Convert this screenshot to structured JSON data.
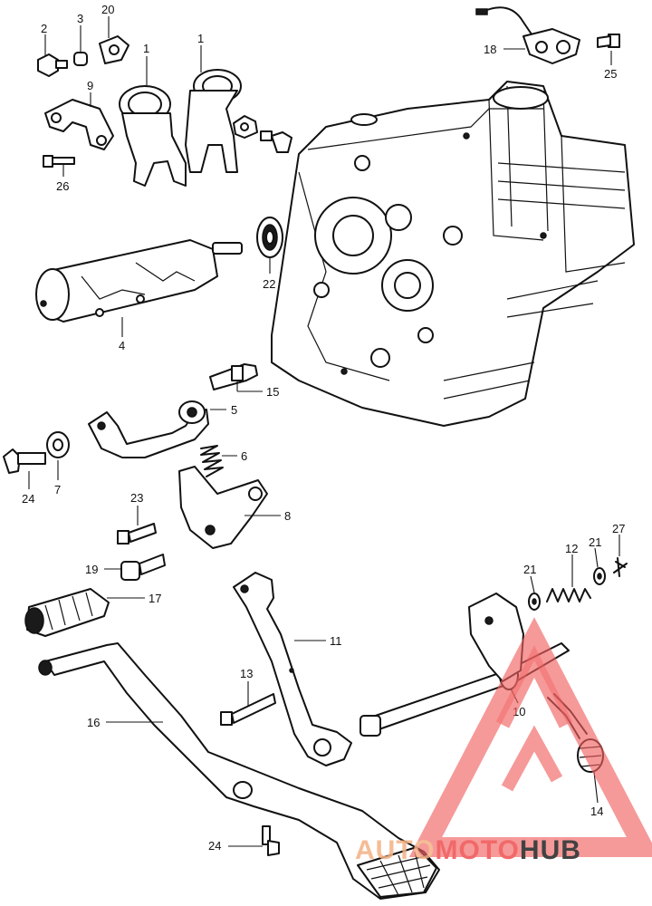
{
  "diagram": {
    "callouts": {
      "c1a": "1",
      "c1b": "1",
      "c2": "2",
      "c3": "3",
      "c20": "20",
      "c9": "9",
      "c26": "26",
      "c22": "22",
      "c4": "4",
      "c15": "15",
      "c5": "5",
      "c6": "6",
      "c24a": "24",
      "c7": "7",
      "c23": "23",
      "c8": "8",
      "c19": "19",
      "c17": "17",
      "c11": "11",
      "c13": "13",
      "c16": "16",
      "c24b": "24",
      "c18": "18",
      "c25": "25",
      "c12": "12",
      "c21a": "21",
      "c21b": "21",
      "c27": "27",
      "c10": "10",
      "c14": "14"
    }
  },
  "watermark": {
    "part1": "AUTO",
    "part2": "MOTO",
    "part3": "HUB",
    "colors": {
      "auto": "#f4b183",
      "moto": "#ef4f4f",
      "hub": "#222222",
      "logo": "#f26060"
    }
  }
}
